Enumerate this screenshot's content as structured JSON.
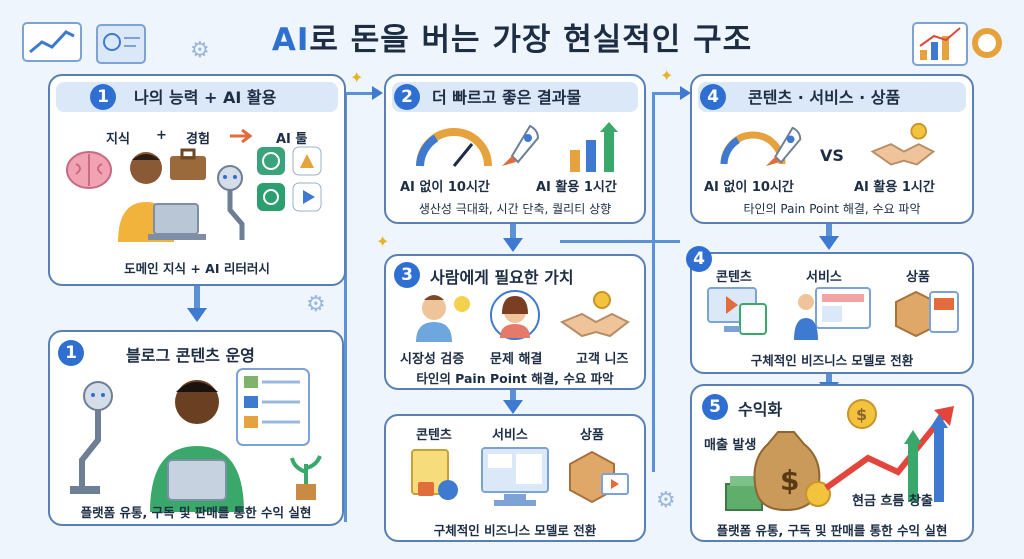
{
  "title_ai": "AI",
  "title_rest": "로 돈을 버는 가장 현실적인 구조",
  "card1": {
    "num": "1",
    "title": "나의 능력 + AI 활용",
    "knowledge": "지식",
    "plus": "+",
    "experience": "경험",
    "ai_tools": "AI 툴",
    "footer": "도메인 지식 + AI 리터러시"
  },
  "card1b": {
    "num": "1",
    "title": "블로그 콘텐츠 운영",
    "footer": "플랫폼 유통, 구독 및 판매를 통한 수익 실현"
  },
  "card2": {
    "num": "2",
    "title": "더 빠르고 좋은 결과물",
    "without_ai": "AI 없이 10시간",
    "with_ai": "AI 활용 1시간",
    "footer": "생산성 극대화, 시간 단축, 퀄리티 상향"
  },
  "card3": {
    "num": "3",
    "title": "사람에게 필요한 가치",
    "market": "시장성 검증",
    "solve": "문제 해결",
    "needs": "고객 니즈",
    "footer": "타인의 Pain Point 해결, 수요 파악"
  },
  "card3b": {
    "content": "콘텐츠",
    "service": "서비스",
    "product": "상품",
    "footer": "구체적인 비즈니스 모델로 전환"
  },
  "card4": {
    "num": "4",
    "title": "콘텐츠 · 서비스 · 상품",
    "without_ai": "AI 없이 10시간",
    "vs": "VS",
    "with_ai": "AI 활용 1시간",
    "footer": "타인의 Pain Point 해결, 수요 파악"
  },
  "card4b": {
    "num": "4",
    "content": "콘텐츠",
    "service": "서비스",
    "product": "상품",
    "footer": "구체적인 비즈니스 모델로 전환"
  },
  "card5": {
    "num": "5",
    "title": "수익화",
    "sales": "매출 발생",
    "cashflow": "현금 흐름 창출",
    "footer": "플랫폼 유통, 구독 및 판매를 통한 수익 실현"
  },
  "colors": {
    "accent": "#2f6fd1",
    "border": "#5a7fb5",
    "header_bg": "#dbe8f8",
    "background": "#eef5fc"
  }
}
